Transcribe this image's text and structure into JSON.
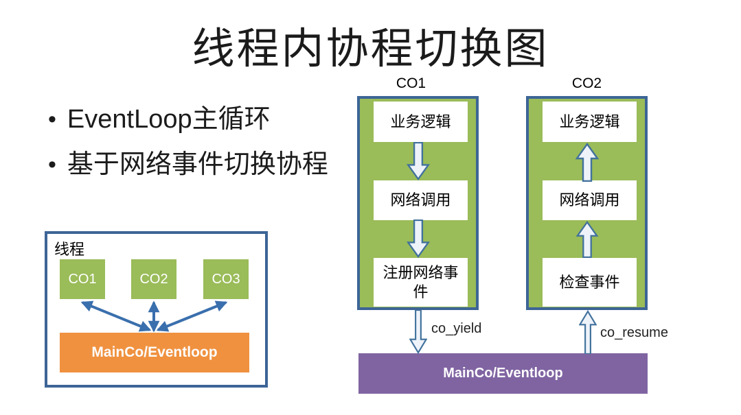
{
  "slide": {
    "title": "线程内协程切换图",
    "bullets": [
      "EventLoop主循环",
      "基于网络事件切换协程"
    ]
  },
  "thread_diagram": {
    "label": "线程",
    "coroutines": [
      "CO1",
      "CO2",
      "CO3"
    ],
    "main_label": "MainCo/Eventloop"
  },
  "co1_column": {
    "label": "CO1",
    "steps": [
      "业务逻辑",
      "网络调用",
      "注册网络事件"
    ],
    "transition_label": "co_yield"
  },
  "co2_column": {
    "label": "CO2",
    "steps": [
      "业务逻辑",
      "网络调用",
      "检查事件"
    ],
    "transition_label": "co_resume"
  },
  "eventloop_bar": {
    "label": "MainCo/Eventloop"
  },
  "colors": {
    "green": "#9abc59",
    "border-blue": "#3d6596",
    "orange": "#f0913f",
    "purple": "#8064a2",
    "arrow-blue": "#3a6fad",
    "arrow-fill": "#eef3fa",
    "text-dark": "#1b1b1b"
  }
}
